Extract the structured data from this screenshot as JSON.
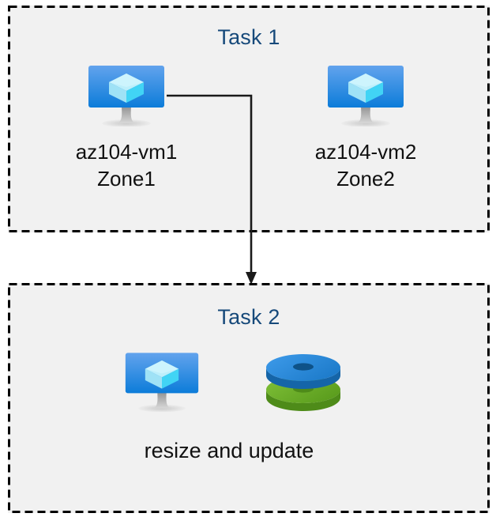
{
  "diagram": {
    "type": "flow-diagram",
    "background_color": "#ffffff",
    "box_fill_color": "#f1f1f1",
    "box_border_color": "#000000",
    "box_border_style": "dashed",
    "title_color": "#16497A",
    "label_color": "#111111",
    "connector_color": "#1a1a1a"
  },
  "task1": {
    "title": "Task 1",
    "nodes": [
      {
        "icon": "virtual-machine-icon",
        "label": "az104-vm1\nZone1",
        "name": "az104-vm1",
        "zone": "Zone1"
      },
      {
        "icon": "virtual-machine-icon",
        "label": "az104-vm2\nZone2",
        "name": "az104-vm2",
        "zone": "Zone2"
      }
    ]
  },
  "task2": {
    "title": "Task 2",
    "icons": [
      "virtual-machine-icon",
      "managed-disks-icon"
    ],
    "caption": "resize and update"
  },
  "connector": {
    "from": "az104-vm1",
    "to": "Task 2",
    "arrow": "down-arrow"
  },
  "colors": {
    "vm_screen_top": "#5EA0EC",
    "vm_screen_bottom": "#0F7FDA",
    "vm_cube_top": "#B4ECFA",
    "vm_cube_left": "#9FE4F7",
    "vm_cube_right": "#3FD3F4",
    "vm_stand": "#A6A6A6",
    "disk_blue": "#2A8CE0",
    "disk_blue_dark": "#1469B0",
    "disk_green": "#6CB02C",
    "disk_green_dark": "#4F8E1E",
    "title_blue": "#16497A"
  }
}
